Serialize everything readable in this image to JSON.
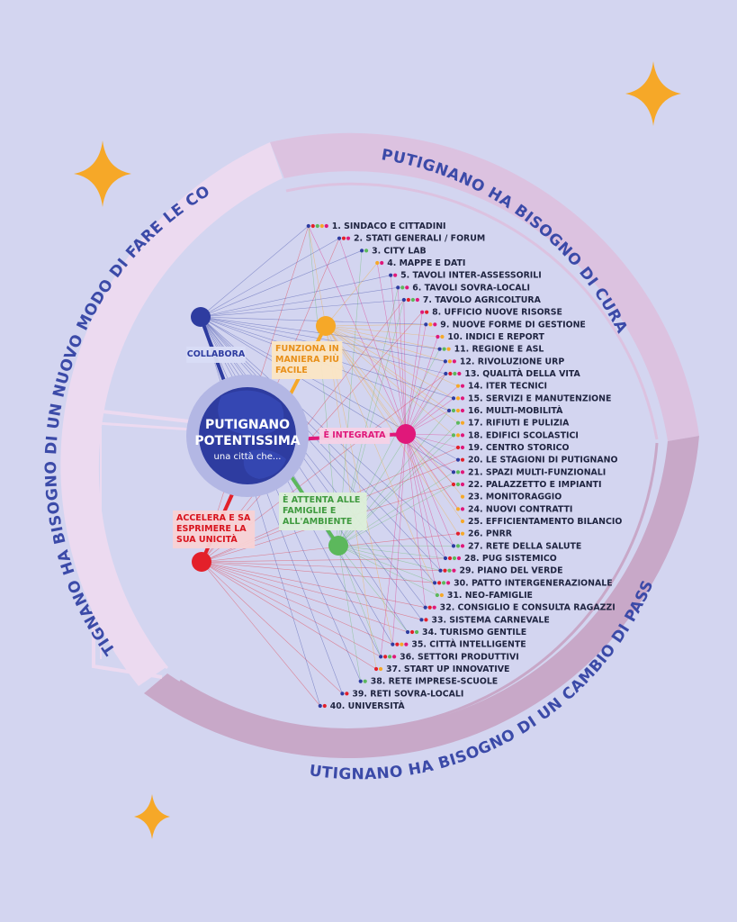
{
  "colors": {
    "background": "#d3d5f0",
    "ring_light": "#ecdaf0",
    "ring_mid": "#dcc2e0",
    "ring_dark": "#c8a8c8",
    "ring_text": "#3b4aa8",
    "star": "#f6a828",
    "center_outer": "#b3b7e4",
    "center_inner": "#2e3ca0",
    "center_text": "#ffffff"
  },
  "rings": {
    "top_right": "PUTIGNANO HA BISOGNO DI CURA",
    "left": "PUTIGNANO HA BISOGNO DI UN NUOVO MODO DI FARE LE COSE",
    "bottom": "PUTIGNANO HA BISOGNO DI UN CAMBIO DI PASSO"
  },
  "center": {
    "line1": "PUTIGNANO",
    "line2": "POTENTISSIMA",
    "line3": "una città che..."
  },
  "hubs": [
    {
      "id": "collabora",
      "lines": [
        "COLLABORA"
      ],
      "color": "#2e3ca0",
      "text_color": "#2e3ca0",
      "label_bg": "#d8dcf6"
    },
    {
      "id": "funziona",
      "lines": [
        "FUNZIONA IN",
        "MANIERA PIÙ",
        "FACILE"
      ],
      "color": "#f6a828",
      "text_color": "#e8901a",
      "label_bg": "#fbe6c4"
    },
    {
      "id": "integrata",
      "lines": [
        "È INTEGRATA"
      ],
      "color": "#e0187a",
      "text_color": "#e0187a",
      "label_bg": "#f6d2e6"
    },
    {
      "id": "attenta",
      "lines": [
        "È ATTENTA ALLE",
        "FAMIGLIE E",
        "ALL'AMBIENTE"
      ],
      "color": "#5cb85c",
      "text_color": "#3f9a3f",
      "label_bg": "#dcefd8"
    },
    {
      "id": "accelera",
      "lines": [
        "ACCELERA E SA",
        "ESPRIMERE LA",
        "SUA UNICITÀ"
      ],
      "color": "#e3202a",
      "text_color": "#d8141e",
      "label_bg": "#f8d2d4"
    }
  ],
  "items": [
    {
      "label": "1. SINDACO E CITTADINI",
      "dots": [
        "#2e3ca0",
        "#e3202a",
        "#5cb85c",
        "#f6a828",
        "#e0187a"
      ]
    },
    {
      "label": "2. STATI GENERALI / FORUM",
      "dots": [
        "#2e3ca0",
        "#e3202a",
        "#e0187a"
      ]
    },
    {
      "label": "3. CITY LAB",
      "dots": [
        "#2e3ca0",
        "#5cb85c"
      ]
    },
    {
      "label": "4. MAPPE E DATI",
      "dots": [
        "#f6a828",
        "#e0187a"
      ]
    },
    {
      "label": "5. TAVOLI INTER-ASSESSORILI",
      "dots": [
        "#2e3ca0",
        "#e0187a"
      ]
    },
    {
      "label": "6. TAVOLI SOVRA-LOCALI",
      "dots": [
        "#2e3ca0",
        "#5cb85c",
        "#e0187a"
      ]
    },
    {
      "label": "7. TAVOLO AGRICOLTURA",
      "dots": [
        "#2e3ca0",
        "#e3202a",
        "#5cb85c",
        "#e0187a"
      ]
    },
    {
      "label": "8. UFFICIO NUOVE RISORSE",
      "dots": [
        "#e0187a",
        "#e3202a"
      ]
    },
    {
      "label": "9. NUOVE FORME DI GESTIONE",
      "dots": [
        "#2e3ca0",
        "#f6a828",
        "#e0187a"
      ]
    },
    {
      "label": "10. INDICI E REPORT",
      "dots": [
        "#e0187a",
        "#f6a828"
      ]
    },
    {
      "label": "11. REGIONE E ASL",
      "dots": [
        "#2e3ca0",
        "#5cb85c",
        "#f6a828"
      ]
    },
    {
      "label": "12. RIVOLUZIONE URP",
      "dots": [
        "#2e3ca0",
        "#f6a828",
        "#e0187a"
      ]
    },
    {
      "label": "13. QUALITÀ DELLA VITA",
      "dots": [
        "#2e3ca0",
        "#e3202a",
        "#5cb85c",
        "#e0187a"
      ]
    },
    {
      "label": "14. ITER TECNICI",
      "dots": [
        "#f6a828",
        "#e0187a"
      ]
    },
    {
      "label": "15. SERVIZI E MANUTENZIONE",
      "dots": [
        "#2e3ca0",
        "#f6a828",
        "#e0187a"
      ]
    },
    {
      "label": "16. MULTI-MOBILITÀ",
      "dots": [
        "#2e3ca0",
        "#5cb85c",
        "#f6a828",
        "#e0187a"
      ]
    },
    {
      "label": "17. RIFIUTI E PULIZIA",
      "dots": [
        "#5cb85c",
        "#f6a828"
      ]
    },
    {
      "label": "18. EDIFICI SCOLASTICI",
      "dots": [
        "#5cb85c",
        "#f6a828",
        "#e0187a"
      ]
    },
    {
      "label": "19. CENTRO STORICO",
      "dots": [
        "#e3202a",
        "#e0187a"
      ]
    },
    {
      "label": "20. LE STAGIONI DI PUTIGNANO",
      "dots": [
        "#2e3ca0",
        "#e3202a"
      ]
    },
    {
      "label": "21. SPAZI MULTI-FUNZIONALI",
      "dots": [
        "#2e3ca0",
        "#5cb85c",
        "#e0187a"
      ]
    },
    {
      "label": "22. PALAZZETTO E IMPIANTI",
      "dots": [
        "#e3202a",
        "#5cb85c",
        "#e0187a"
      ]
    },
    {
      "label": "23. MONITORAGGIO",
      "dots": [
        "#f6a828"
      ]
    },
    {
      "label": "24. NUOVI CONTRATTI",
      "dots": [
        "#f6a828",
        "#e0187a"
      ]
    },
    {
      "label": "25. EFFICIENTAMENTO BILANCIO",
      "dots": [
        "#f6a828"
      ]
    },
    {
      "label": "26. PNRR",
      "dots": [
        "#e3202a",
        "#f6a828"
      ]
    },
    {
      "label": "27. RETE DELLA SALUTE",
      "dots": [
        "#2e3ca0",
        "#5cb85c",
        "#e0187a"
      ]
    },
    {
      "label": "28. PUG SISTEMICO",
      "dots": [
        "#2e3ca0",
        "#e3202a",
        "#5cb85c",
        "#e0187a"
      ]
    },
    {
      "label": "29. PIANO DEL VERDE",
      "dots": [
        "#2e3ca0",
        "#e3202a",
        "#5cb85c",
        "#e0187a"
      ]
    },
    {
      "label": "30. PATTO INTERGENERAZIONALE",
      "dots": [
        "#2e3ca0",
        "#e3202a",
        "#5cb85c",
        "#e0187a"
      ]
    },
    {
      "label": "31. NEO-FAMIGLIE",
      "dots": [
        "#5cb85c",
        "#f6a828"
      ]
    },
    {
      "label": "32. CONSIGLIO E CONSULTA RAGAZZI",
      "dots": [
        "#2e3ca0",
        "#e3202a",
        "#e0187a"
      ]
    },
    {
      "label": "33. SISTEMA CARNEVALE",
      "dots": [
        "#2e3ca0",
        "#e3202a"
      ]
    },
    {
      "label": "34. TURISMO GENTILE",
      "dots": [
        "#2e3ca0",
        "#e3202a",
        "#5cb85c"
      ]
    },
    {
      "label": "35. CITTÀ INTELLIGENTE",
      "dots": [
        "#2e3ca0",
        "#e3202a",
        "#f6a828",
        "#e0187a"
      ]
    },
    {
      "label": "36. SETTORI PRODUTTIVI",
      "dots": [
        "#2e3ca0",
        "#e3202a",
        "#5cb85c",
        "#e0187a"
      ]
    },
    {
      "label": "37. START UP INNOVATIVE",
      "dots": [
        "#e3202a",
        "#f6a828"
      ]
    },
    {
      "label": "38. RETE IMPRESE-SCUOLE",
      "dots": [
        "#2e3ca0",
        "#5cb85c"
      ]
    },
    {
      "label": "39. RETI SOVRA-LOCALI",
      "dots": [
        "#2e3ca0",
        "#e3202a"
      ]
    },
    {
      "label": "40. UNIVERSITÀ",
      "dots": [
        "#2e3ca0",
        "#e3202a"
      ]
    }
  ]
}
